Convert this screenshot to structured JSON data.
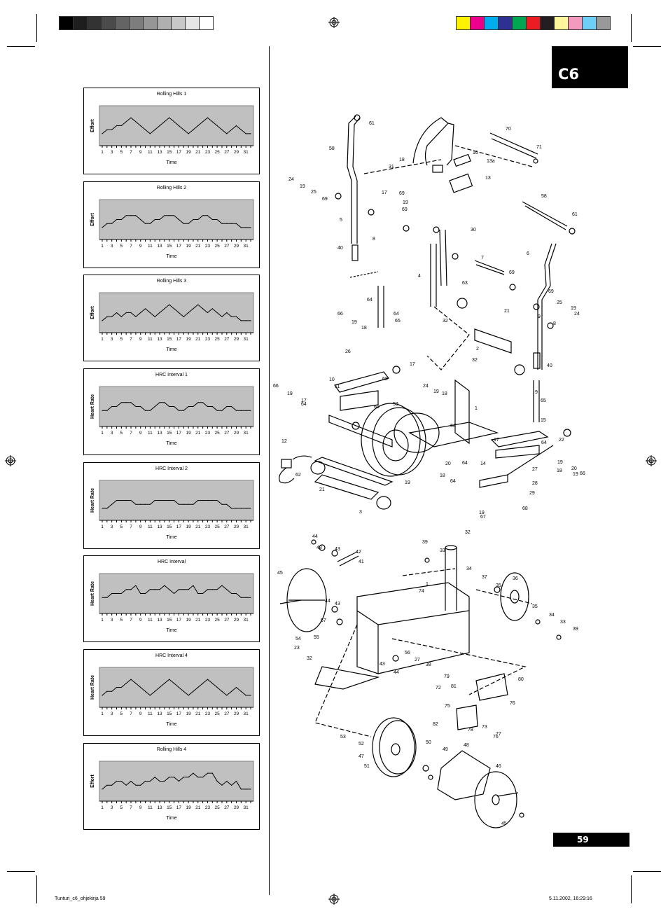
{
  "tab": {
    "label": "C6"
  },
  "page_number": "59",
  "footer": {
    "file": "Tunturi_c6_ohjekirja   59",
    "date": "5.11.2002, 16:29:16"
  },
  "color_bars": {
    "gray": [
      "#000000",
      "#1e1e1e",
      "#333333",
      "#4b4b4b",
      "#646464",
      "#7d7d7d",
      "#969696",
      "#afafaf",
      "#c8c8c8",
      "#e6e6e6",
      "#ffffff"
    ],
    "color": [
      "#fff200",
      "#ec008c",
      "#00aeef",
      "#2e3192",
      "#00a651",
      "#ed1c24",
      "#231f20",
      "#fff799",
      "#f49ac1",
      "#6dcff6",
      "#999999"
    ]
  },
  "chart_data": [
    {
      "type": "line",
      "title": "Rolling Hills 1",
      "xlabel": "Time",
      "ylabel": "Effort",
      "x_ticks": [
        "1",
        "3",
        "5",
        "7",
        "9",
        "11",
        "13",
        "15",
        "17",
        "19",
        "21",
        "23",
        "25",
        "27",
        "29",
        "31"
      ],
      "values": [
        3,
        4,
        4,
        5,
        5,
        6,
        7,
        6,
        5,
        4,
        3,
        4,
        5,
        6,
        7,
        6,
        5,
        4,
        3,
        4,
        5,
        6,
        7,
        6,
        5,
        4,
        3,
        4,
        5,
        4,
        3,
        3
      ]
    },
    {
      "type": "line",
      "title": "Rolling Hills 2",
      "xlabel": "Time",
      "ylabel": "Effort",
      "x_ticks": [
        "1",
        "3",
        "5",
        "7",
        "9",
        "11",
        "13",
        "15",
        "17",
        "19",
        "21",
        "23",
        "25",
        "27",
        "29",
        "31"
      ],
      "values": [
        3,
        4,
        4,
        5,
        5,
        6,
        6,
        6,
        5,
        4,
        4,
        5,
        5,
        6,
        6,
        6,
        5,
        4,
        4,
        5,
        5,
        6,
        6,
        5,
        5,
        4,
        4,
        4,
        4,
        3,
        3,
        3
      ]
    },
    {
      "type": "line",
      "title": "Rolling Hills 3",
      "xlabel": "Time",
      "ylabel": "Effort",
      "x_ticks": [
        "1",
        "3",
        "5",
        "7",
        "9",
        "11",
        "13",
        "15",
        "17",
        "19",
        "21",
        "23",
        "25",
        "27",
        "29",
        "31"
      ],
      "values": [
        3,
        4,
        4,
        5,
        4,
        5,
        5,
        4,
        5,
        6,
        5,
        4,
        5,
        6,
        7,
        6,
        5,
        4,
        5,
        6,
        7,
        6,
        5,
        6,
        5,
        4,
        5,
        4,
        4,
        3,
        3,
        3
      ]
    },
    {
      "type": "line",
      "title": "HRC Interval 1",
      "xlabel": "Time",
      "ylabel": "Heart Rate",
      "x_ticks": [
        "1",
        "3",
        "5",
        "7",
        "9",
        "11",
        "13",
        "15",
        "17",
        "19",
        "21",
        "23",
        "25",
        "27",
        "29",
        "31"
      ],
      "values": [
        4,
        4,
        5,
        5,
        6,
        6,
        6,
        5,
        5,
        4,
        4,
        5,
        6,
        6,
        5,
        5,
        4,
        4,
        5,
        5,
        6,
        6,
        5,
        5,
        4,
        4,
        5,
        5,
        4,
        4,
        4,
        4
      ]
    },
    {
      "type": "line",
      "title": "HRC Interval 2",
      "xlabel": "Time",
      "ylabel": "Heart Rate",
      "x_ticks": [
        "1",
        "3",
        "5",
        "7",
        "9",
        "11",
        "13",
        "15",
        "17",
        "19",
        "21",
        "23",
        "25",
        "27",
        "29",
        "31"
      ],
      "values": [
        3,
        3,
        4,
        5,
        5,
        5,
        5,
        4,
        4,
        4,
        4,
        5,
        5,
        5,
        5,
        5,
        4,
        4,
        4,
        4,
        5,
        5,
        5,
        5,
        5,
        4,
        4,
        3,
        3,
        3,
        3,
        3
      ]
    },
    {
      "type": "line",
      "title": "HRC Interval",
      "xlabel": "Time",
      "ylabel": "Heart Rate",
      "x_ticks": [
        "1",
        "3",
        "5",
        "7",
        "9",
        "11",
        "13",
        "15",
        "17",
        "19",
        "21",
        "23",
        "25",
        "27",
        "29",
        "31"
      ],
      "values": [
        4,
        4,
        5,
        5,
        5,
        6,
        6,
        7,
        5,
        5,
        6,
        6,
        6,
        7,
        6,
        5,
        6,
        6,
        6,
        7,
        5,
        5,
        6,
        6,
        6,
        7,
        6,
        5,
        5,
        4,
        4,
        4
      ]
    },
    {
      "type": "line",
      "title": "HRC Interval 4",
      "xlabel": "Time",
      "ylabel": "Heart Rate",
      "x_ticks": [
        "1",
        "3",
        "5",
        "7",
        "9",
        "11",
        "13",
        "15",
        "17",
        "19",
        "21",
        "23",
        "25",
        "27",
        "29",
        "31"
      ],
      "values": [
        3,
        4,
        4,
        5,
        5,
        6,
        7,
        6,
        5,
        4,
        3,
        4,
        5,
        6,
        7,
        6,
        5,
        4,
        3,
        4,
        5,
        6,
        7,
        6,
        5,
        4,
        3,
        4,
        5,
        4,
        3,
        3
      ]
    },
    {
      "type": "line",
      "title": "Rolling Hills 4",
      "xlabel": "Time",
      "ylabel": "Effort",
      "x_ticks": [
        "1",
        "3",
        "5",
        "7",
        "9",
        "11",
        "13",
        "15",
        "17",
        "19",
        "21",
        "23",
        "25",
        "27",
        "29",
        "31"
      ],
      "values": [
        3,
        4,
        4,
        5,
        5,
        4,
        5,
        4,
        4,
        5,
        5,
        6,
        5,
        5,
        6,
        6,
        5,
        6,
        6,
        7,
        6,
        6,
        7,
        7,
        5,
        4,
        5,
        4,
        5,
        3,
        3,
        3
      ]
    }
  ],
  "diagram_labels": {
    "upper": [
      "61",
      "70",
      "71",
      "58",
      "16",
      "13a",
      "18",
      "31",
      "13",
      "24",
      "19",
      "25",
      "69",
      "17",
      "19",
      "69",
      "69",
      "30",
      "5",
      "8",
      "58",
      "61",
      "40",
      "6",
      "7",
      "69",
      "4",
      "63",
      "69",
      "25",
      "19",
      "24",
      "9",
      "64",
      "64",
      "65",
      "21",
      "8",
      "66",
      "19",
      "18",
      "32",
      "2",
      "40",
      "32",
      "17",
      "26",
      "24",
      "19",
      "18",
      "9",
      "10",
      "11",
      "68",
      "66",
      "19",
      "17",
      "64",
      "60",
      "59",
      "64",
      "1",
      "65",
      "64",
      "15",
      "12",
      "17",
      "22",
      "62",
      "18",
      "19",
      "20",
      "14",
      "18",
      "19",
      "66",
      "21",
      "3",
      "64",
      "27",
      "28",
      "29",
      "19",
      "68",
      "67",
      "64",
      "20",
      "19",
      "18"
    ],
    "lower": [
      "32",
      "39",
      "44",
      "43",
      "43",
      "42",
      "41",
      "33",
      "34",
      "37",
      "35",
      "36",
      "45",
      "1",
      "74",
      "44",
      "43",
      "35",
      "34",
      "33",
      "39",
      "57",
      "55",
      "54",
      "23",
      "56",
      "27",
      "38",
      "32",
      "43",
      "44",
      "79",
      "80",
      "81",
      "72",
      "75",
      "76",
      "82",
      "78",
      "73",
      "76",
      "77",
      "53",
      "52",
      "50",
      "49",
      "48",
      "46",
      "47",
      "51",
      "45"
    ]
  }
}
